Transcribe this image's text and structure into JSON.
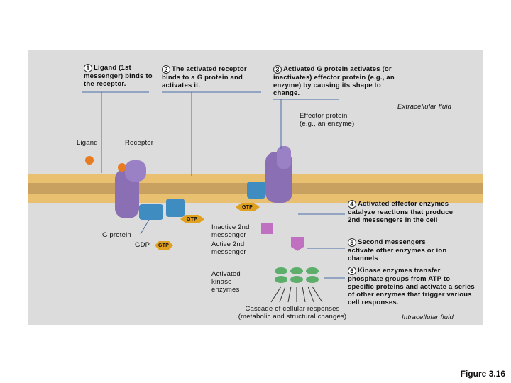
{
  "steps": [
    {
      "number": "1",
      "text": "Ligand (1st messenger) binds to the receptor."
    },
    {
      "number": "2",
      "text": "The activated receptor binds to a G protein and activates it."
    },
    {
      "number": "3",
      "text": "Activated G protein activates (or inactivates) effector protein (e.g., an enzyme) by causing its shape to change."
    },
    {
      "number": "4",
      "text": "Activated effector enzymes catalyze reactions that produce 2nd messengers in the cell"
    },
    {
      "number": "5",
      "text": "Second messengers activate other enzymes or ion channels"
    },
    {
      "number": "6",
      "text": "Kinase enzymes transfer phosphate groups from ATP to specific proteins and activate a series of other enzymes that trigger various cell responses."
    }
  ],
  "labels": {
    "extracellular": "Extracellular fluid",
    "intracellular": "Intracellular fluid",
    "effector": "Effector protein (e.g., an enzyme)",
    "ligand": "Ligand",
    "receptor": "Receptor",
    "g_protein": "G protein",
    "gdp": "GDP",
    "gtp": "GTP",
    "inactive_2nd": "Inactive 2nd messenger",
    "active_2nd": "Active 2nd messenger",
    "kinase": "Activated kinase enzymes",
    "cascade": "Cascade of cellular responses (metabolic and structural changes)"
  },
  "figure": "Figure 3.16",
  "colors": {
    "membrane": "#e8c070",
    "receptor": "#8a6fb5",
    "g_protein": "#3e8cc0",
    "gtp": "#e0a020",
    "ligand": "#e87a20",
    "kinase": "#5cae6a",
    "second_messenger": "#c070c0"
  }
}
